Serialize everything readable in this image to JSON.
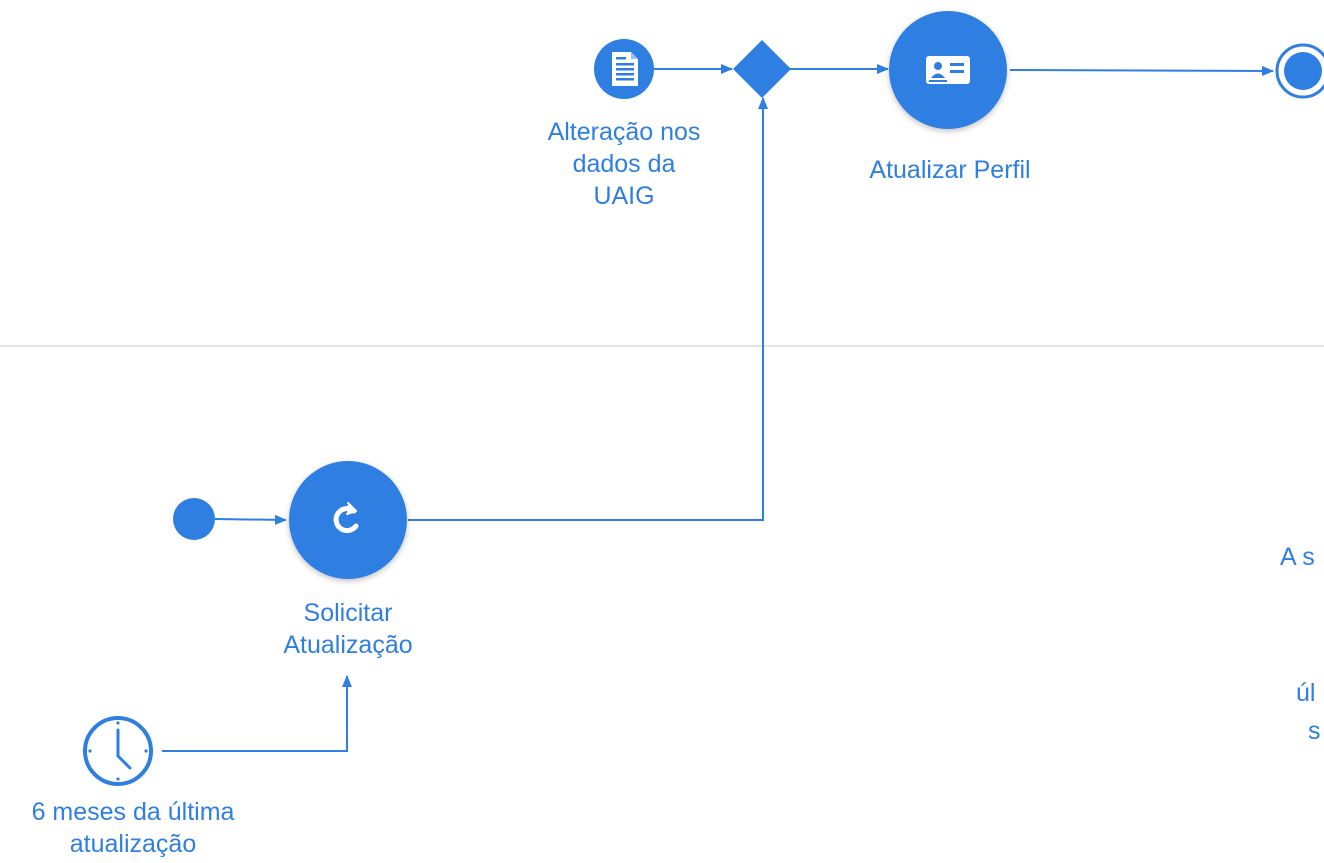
{
  "colors": {
    "accent": "#2e7fe1",
    "lane_divider": "#dcdcdc",
    "background": "#ffffff"
  },
  "nodes": {
    "document_event": {
      "icon": "document-icon",
      "label": "Alteração nos\ndados da\nUAIG"
    },
    "gateway": {
      "icon": "diamond-gateway"
    },
    "update_profile_task": {
      "icon": "id-card-icon",
      "label": "Atualizar Perfil"
    },
    "end_event": {
      "icon": "end-event-circle"
    },
    "start_event": {
      "icon": "start-event-circle"
    },
    "request_update_task": {
      "icon": "refresh-icon",
      "label": "Solicitar\nAtualização"
    },
    "timer_event": {
      "icon": "clock-icon",
      "label": "6 meses da última\natualização"
    }
  },
  "edge_labels": {
    "right_fragment_1": "A s",
    "right_fragment_2": "úl",
    "right_fragment_3": "s"
  }
}
